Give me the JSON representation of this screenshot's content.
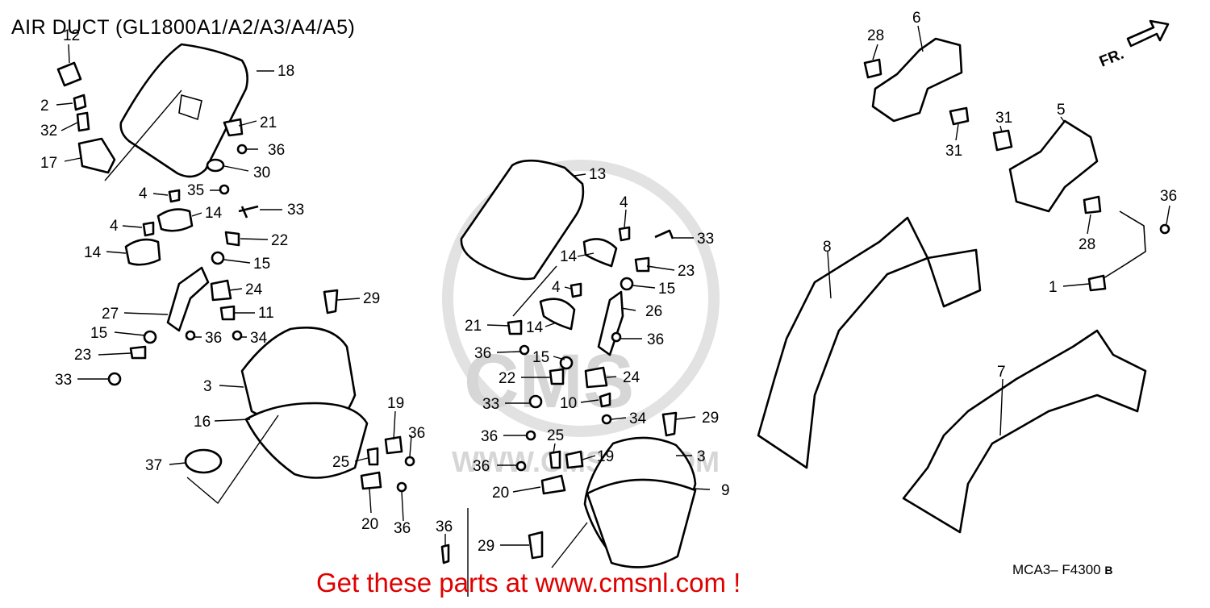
{
  "title": "AIR DUCT (GL1800A1/A2/A3/A4/A5)",
  "direction_label": "FR.",
  "reference_code": "MCA3– F4300",
  "reference_suffix": "B",
  "cta_text": "Get these parts at www.cmsnl.com !",
  "watermark": {
    "brand": "CMS",
    "site": "WWW.CMSNL.COM"
  },
  "colors": {
    "cta": "#e00000",
    "lines": "#000000",
    "watermark": "#d6d6d6"
  },
  "callouts": [
    {
      "id": "c12",
      "text": "12"
    },
    {
      "id": "c18",
      "text": "18"
    },
    {
      "id": "c2",
      "text": "2"
    },
    {
      "id": "c32",
      "text": "32"
    },
    {
      "id": "c17",
      "text": "17"
    },
    {
      "id": "c21a",
      "text": "21"
    },
    {
      "id": "c36a",
      "text": "36"
    },
    {
      "id": "c30",
      "text": "30"
    },
    {
      "id": "c4a",
      "text": "4"
    },
    {
      "id": "c35",
      "text": "35"
    },
    {
      "id": "c14a",
      "text": "14"
    },
    {
      "id": "c33a",
      "text": "33"
    },
    {
      "id": "c4b",
      "text": "4"
    },
    {
      "id": "c22a",
      "text": "22"
    },
    {
      "id": "c14b",
      "text": "14"
    },
    {
      "id": "c15a",
      "text": "15"
    },
    {
      "id": "c24a",
      "text": "24"
    },
    {
      "id": "c29a",
      "text": "29"
    },
    {
      "id": "c27",
      "text": "27"
    },
    {
      "id": "c11",
      "text": "11"
    },
    {
      "id": "c15b",
      "text": "15"
    },
    {
      "id": "c36b",
      "text": "36"
    },
    {
      "id": "c34a",
      "text": "34"
    },
    {
      "id": "c23a",
      "text": "23"
    },
    {
      "id": "c33b",
      "text": "33"
    },
    {
      "id": "c3a",
      "text": "3"
    },
    {
      "id": "c16",
      "text": "16"
    },
    {
      "id": "c19a",
      "text": "19"
    },
    {
      "id": "c36c",
      "text": "36"
    },
    {
      "id": "c37",
      "text": "37"
    },
    {
      "id": "c25a",
      "text": "25"
    },
    {
      "id": "c20a",
      "text": "20"
    },
    {
      "id": "c36d",
      "text": "36"
    },
    {
      "id": "c36e",
      "text": "36"
    },
    {
      "id": "c13",
      "text": "13"
    },
    {
      "id": "c4c",
      "text": "4"
    },
    {
      "id": "c33c",
      "text": "33"
    },
    {
      "id": "c14c",
      "text": "14"
    },
    {
      "id": "c23b",
      "text": "23"
    },
    {
      "id": "c15c",
      "text": "15"
    },
    {
      "id": "c4d",
      "text": "4"
    },
    {
      "id": "c26",
      "text": "26"
    },
    {
      "id": "c21b",
      "text": "21"
    },
    {
      "id": "c14d",
      "text": "14"
    },
    {
      "id": "c36f",
      "text": "36"
    },
    {
      "id": "c36g",
      "text": "36"
    },
    {
      "id": "c15d",
      "text": "15"
    },
    {
      "id": "c22b",
      "text": "22"
    },
    {
      "id": "c24b",
      "text": "24"
    },
    {
      "id": "c33d",
      "text": "33"
    },
    {
      "id": "c10",
      "text": "10"
    },
    {
      "id": "c34b",
      "text": "34"
    },
    {
      "id": "c29b",
      "text": "29"
    },
    {
      "id": "c36h",
      "text": "36"
    },
    {
      "id": "c25b",
      "text": "25"
    },
    {
      "id": "c19b",
      "text": "19"
    },
    {
      "id": "c3b",
      "text": "3"
    },
    {
      "id": "c36i",
      "text": "36"
    },
    {
      "id": "c20b",
      "text": "20"
    },
    {
      "id": "c9",
      "text": "9"
    },
    {
      "id": "c29c",
      "text": "29"
    },
    {
      "id": "c28a",
      "text": "28"
    },
    {
      "id": "c6",
      "text": "6"
    },
    {
      "id": "c31a",
      "text": "31"
    },
    {
      "id": "c31b",
      "text": "31"
    },
    {
      "id": "c5",
      "text": "5"
    },
    {
      "id": "c36j",
      "text": "36"
    },
    {
      "id": "c28b",
      "text": "28"
    },
    {
      "id": "c8",
      "text": "8"
    },
    {
      "id": "c1",
      "text": "1"
    },
    {
      "id": "c7",
      "text": "7"
    }
  ]
}
